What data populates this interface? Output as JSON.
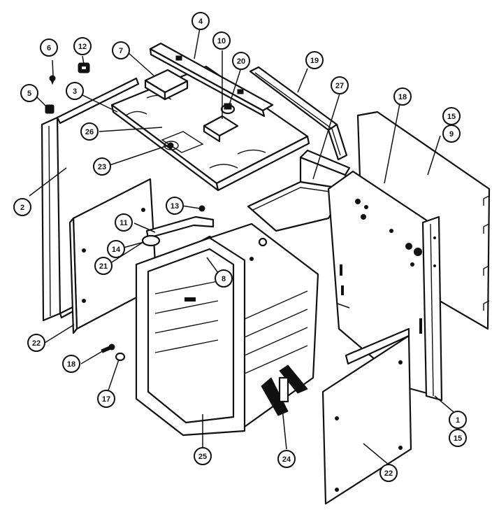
{
  "diagram": {
    "callouts": [
      {
        "id": "c1",
        "label": "1"
      },
      {
        "id": "c2",
        "label": "2"
      },
      {
        "id": "c3",
        "label": "3"
      },
      {
        "id": "c4",
        "label": "4"
      },
      {
        "id": "c5",
        "label": "5"
      },
      {
        "id": "c6",
        "label": "6"
      },
      {
        "id": "c7",
        "label": "7"
      },
      {
        "id": "c8",
        "label": "8"
      },
      {
        "id": "c9",
        "label": "9"
      },
      {
        "id": "c10",
        "label": "10"
      },
      {
        "id": "c11",
        "label": "11"
      },
      {
        "id": "c12",
        "label": "12"
      },
      {
        "id": "c13",
        "label": "13"
      },
      {
        "id": "c14",
        "label": "14"
      },
      {
        "id": "c15a",
        "label": "15"
      },
      {
        "id": "c15b",
        "label": "15"
      },
      {
        "id": "c17",
        "label": "17"
      },
      {
        "id": "c18a",
        "label": "18"
      },
      {
        "id": "c18b",
        "label": "18"
      },
      {
        "id": "c19",
        "label": "19"
      },
      {
        "id": "c20",
        "label": "20"
      },
      {
        "id": "c21",
        "label": "21"
      },
      {
        "id": "c22a",
        "label": "22"
      },
      {
        "id": "c22b",
        "label": "22"
      },
      {
        "id": "c23",
        "label": "23"
      },
      {
        "id": "c24",
        "label": "24"
      },
      {
        "id": "c25",
        "label": "25"
      },
      {
        "id": "c26",
        "label": "26"
      },
      {
        "id": "c27",
        "label": "27"
      },
      {
        "id": "c2b",
        "label": "2"
      }
    ]
  }
}
